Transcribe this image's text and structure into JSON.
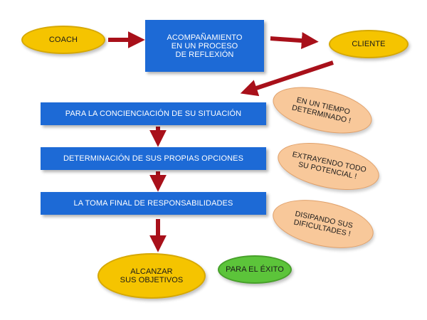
{
  "nodes": {
    "coach": "COACH",
    "process": "ACOMPAÑAMIENTO\nEN UN PROCESO\nDE REFLEXIÓN",
    "client": "CLIENTE",
    "step1": "PARA LA CONCIENCIACIÓN DE SU SITUACIÓN",
    "step2": "DETERMINACIÓN DE SUS PROPIAS OPCIONES",
    "step3": "LA TOMA FINAL DE RESPONSABILIDADES",
    "goal": "ALCANZAR\nSUS OBJETIVOS",
    "success": "PARA EL ÉXITO"
  },
  "notes": {
    "time": "EN UN TIEMPO\nDETERMINADO !",
    "potential": "EXTRAYENDO TODO\nSU POTENCIAL !",
    "difficulties": "DISIPANDO SUS\nDIFICULTADES !"
  },
  "colors": {
    "oval_yellow": "#f5c400",
    "oval_green": "#5cc43a",
    "box_blue": "#1d6ad6",
    "note_peach": "#f8c89a",
    "arrow_red": "#a8101a"
  }
}
